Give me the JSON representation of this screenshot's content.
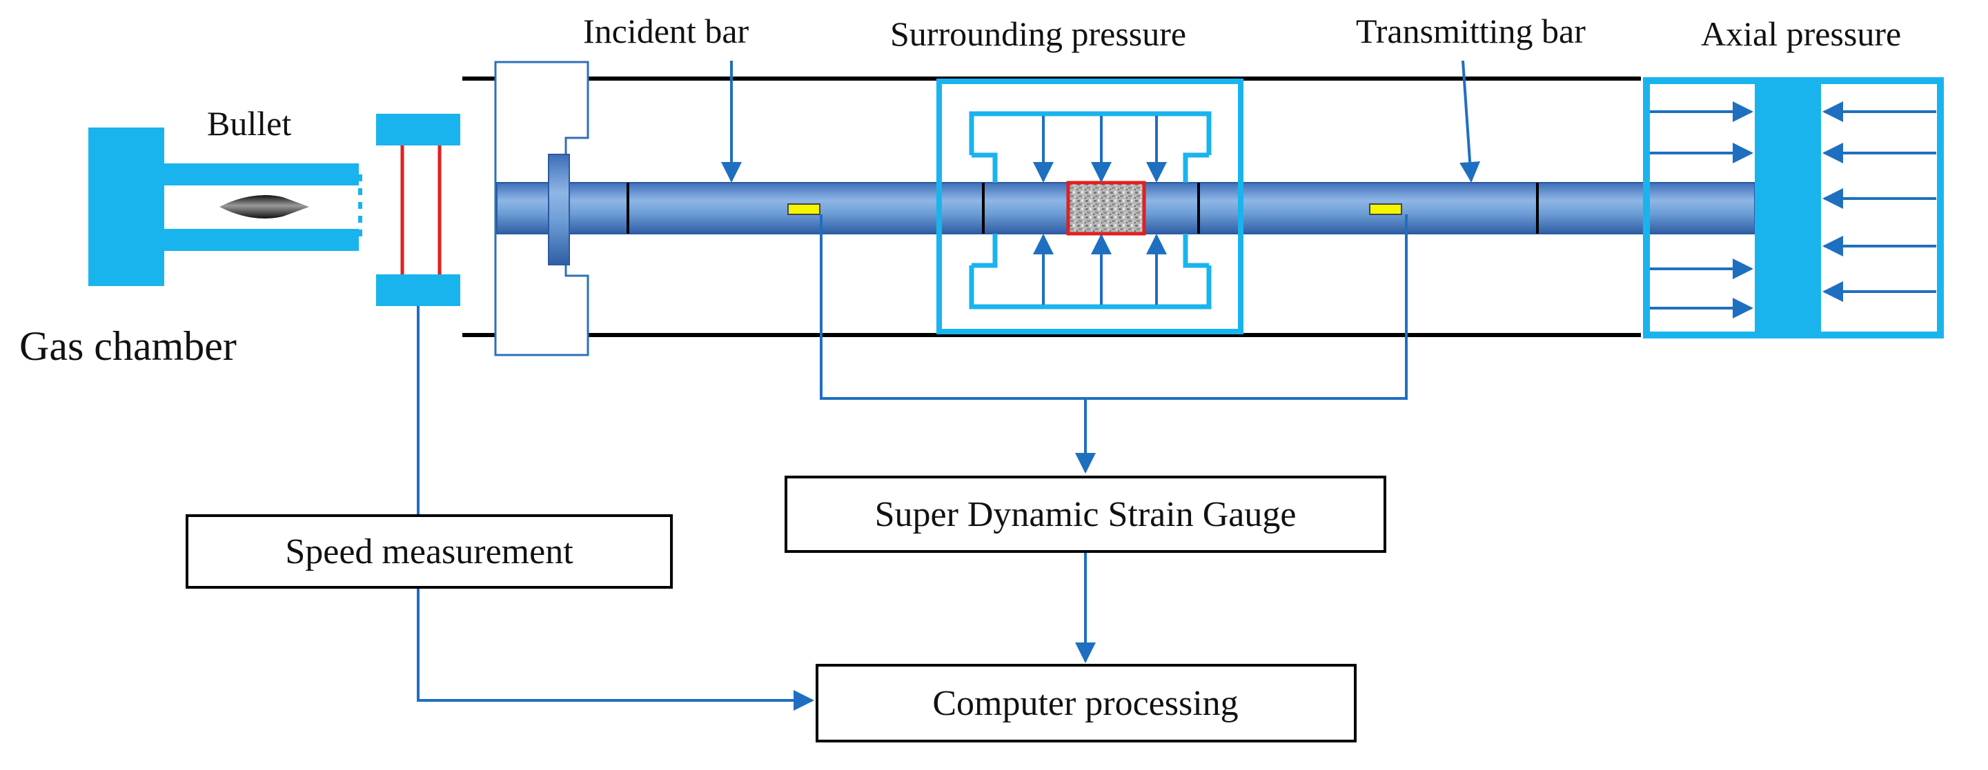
{
  "labels": {
    "bullet": "Bullet",
    "gas_chamber": "Gas chamber",
    "incident_bar": "Incident bar",
    "surrounding_pressure": "Surrounding pressure",
    "transmitting_bar": "Transmitting bar",
    "axial_pressure": "Axial pressure"
  },
  "boxes": {
    "strain_gauge": "Super Dynamic Strain Gauge",
    "speed_measurement": "Speed measurement",
    "computer_processing": "Computer processing"
  },
  "colors": {
    "device_cyan": "#19b4ee",
    "bar_blue": "#6e9ed6",
    "connector_blue": "#1f6fc0",
    "gauge_yellow": "#f5f500",
    "specimen_border_red": "#e02020"
  }
}
